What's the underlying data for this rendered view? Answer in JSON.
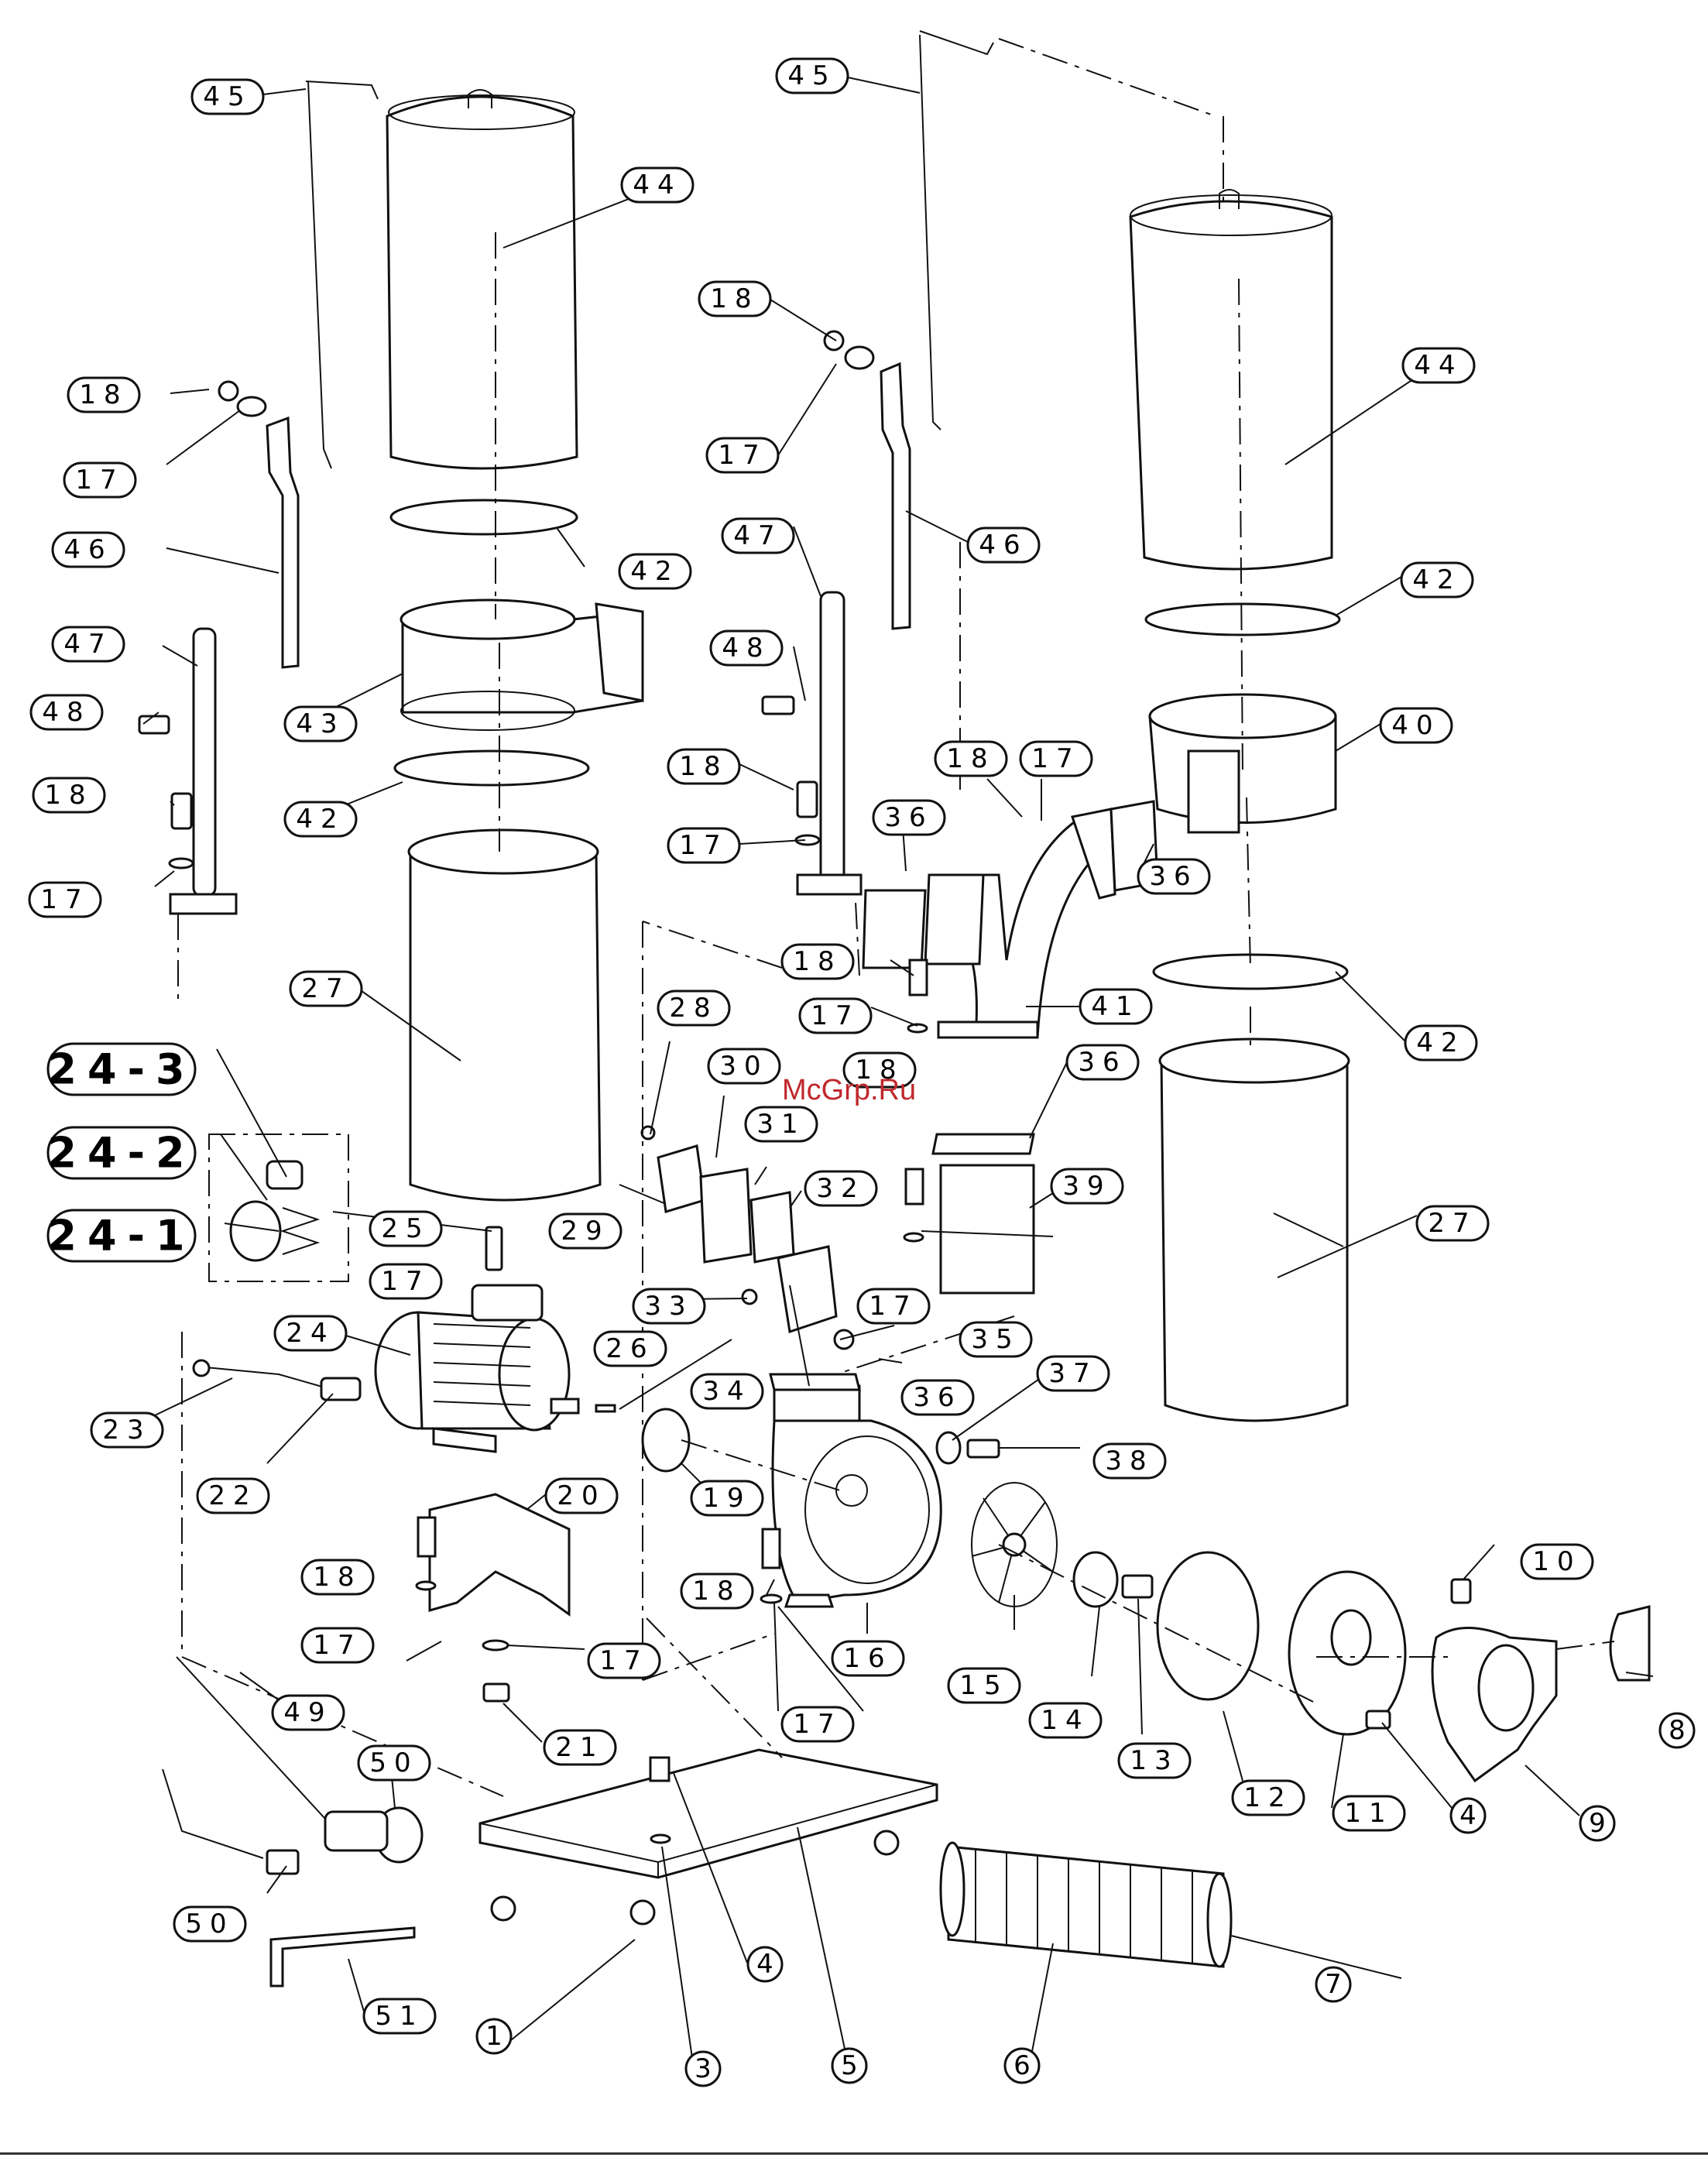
{
  "watermark": "McGrp.Ru",
  "callouts": {
    "c45a": "45",
    "c44a": "44",
    "c18a": "18",
    "c17a": "17",
    "c46a": "46",
    "c47a": "47",
    "c48a": "48",
    "c43": "43",
    "c42a": "42",
    "c42b": "42",
    "c18b": "18",
    "c17b": "17",
    "c27a": "27",
    "c24_3": "24-3",
    "c24_2": "24-2",
    "c24_1": "24-1",
    "c45b": "45",
    "c44b": "44",
    "c18c": "18",
    "c17c": "17",
    "c46b": "46",
    "c47b": "47",
    "c48b": "48",
    "c42c": "42",
    "c40": "40",
    "c18d": "18",
    "c17d": "17",
    "c18e": "18",
    "c17e": "17",
    "c36a": "36",
    "c36b": "36",
    "c42d": "42",
    "c18f": "18",
    "c17f": "17",
    "c41": "41",
    "c28": "28",
    "c30": "30",
    "c31": "31",
    "c36c": "36",
    "c18g": "18",
    "c32": "32",
    "c39": "39",
    "c29": "29",
    "c27b": "27",
    "c25": "25",
    "c17g": "17",
    "c33": "33",
    "c17h": "17",
    "c24": "24",
    "c26": "26",
    "c35": "35",
    "c34": "34",
    "c36d": "36",
    "c37": "37",
    "c23": "23",
    "c19": "19",
    "c38": "38",
    "c22": "22",
    "c20": "20",
    "c18h": "18",
    "c10": "10",
    "c18i": "18",
    "c17i": "17",
    "c17j": "17",
    "c16": "16",
    "c15": "15",
    "c8": "8",
    "c14": "14",
    "c13": "13",
    "c49": "49",
    "c21": "21",
    "c17k": "17",
    "c4a": "4",
    "c9": "9",
    "c12": "12",
    "c11": "11",
    "c50a": "50",
    "c50b": "50",
    "c7": "7",
    "c4b": "4",
    "c51": "51",
    "c1": "1",
    "c3": "3",
    "c5": "5",
    "c6": "6"
  }
}
